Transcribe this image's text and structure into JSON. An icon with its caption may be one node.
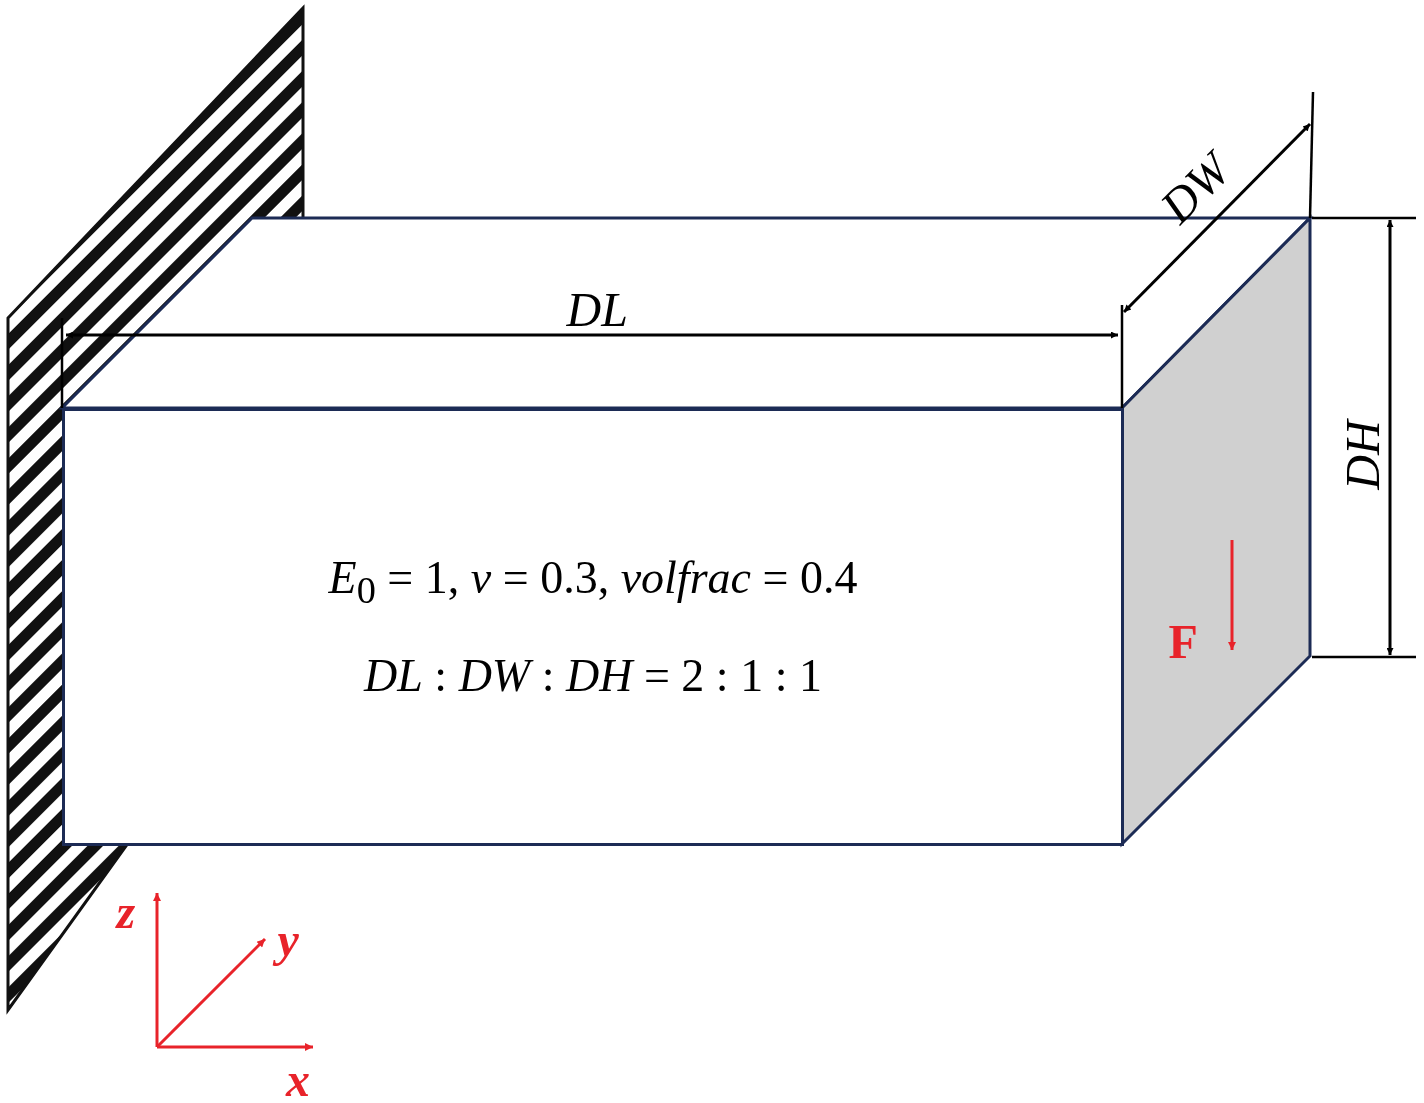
{
  "diagram": {
    "nodes": [
      {
        "text": [
          "*E*$_{0}$ = 1, *v* = 0.3, *volfrac* = 0.4",
          "*DL* : *DW* : *DH* = 2 : 1 : 1"
        ]
      }
    ],
    "labels": [
      "DW",
      "DL",
      "DH",
      "F",
      "z",
      "y",
      "x"
    ]
  }
}
